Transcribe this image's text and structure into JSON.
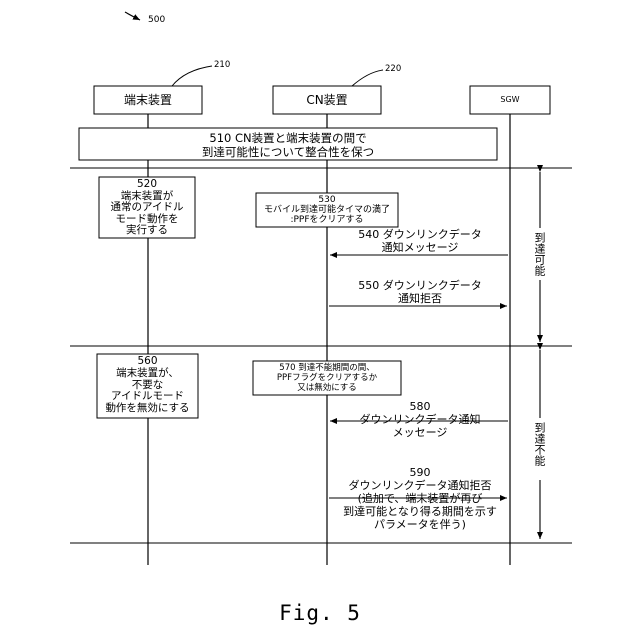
{
  "figure_number": "500",
  "entities": [
    {
      "ref": "210",
      "label": "端末装置"
    },
    {
      "ref": "220",
      "label": "CN装置"
    },
    {
      "ref": "",
      "label": "SGW"
    }
  ],
  "step_510": {
    "line1": "510 CN装置と端末装置の間で",
    "line2": "到達可能性について整合性を保つ"
  },
  "step_520": [
    "520",
    "端末装置が",
    "通常のアイドル",
    "モード動作を",
    "実行する"
  ],
  "step_530": [
    "530",
    "モバイル到達可能タイマの満了",
    ":PPFをクリアする"
  ],
  "step_540": [
    "540 ダウンリンクデータ",
    "通知メッセージ"
  ],
  "step_550": [
    "550 ダウンリンクデータ",
    "通知拒否"
  ],
  "step_560": [
    "560",
    "端末装置が、",
    "不要な",
    "アイドルモード",
    "動作を無効にする"
  ],
  "step_570": [
    "570 到達不能期間の間、",
    "PPFフラグをクリアするか",
    "又は無効にする"
  ],
  "step_580": [
    "580",
    "ダウンリンクデータ通知",
    "メッセージ"
  ],
  "step_590": [
    "590",
    "ダウンリンクデータ通知拒否",
    "(追加で、端末装置が再び",
    "到達可能となり得る期間を示す",
    "パラメータを伴う)"
  ],
  "phase_reachable": "到達可能",
  "phase_unreachable": "到達不能",
  "caption": "Fig. 5"
}
